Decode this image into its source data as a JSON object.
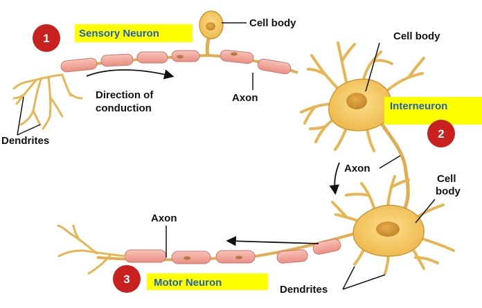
{
  "labels": {
    "cell_body_top": "Cell body",
    "direction_line1": "Direction of",
    "direction_line2": "conduction",
    "axon_top": "Axon",
    "dendrites_left": "Dendrites",
    "cell_body_right": "Cell body",
    "axon_middle": "Axon",
    "cell_body_lower_line1": "Cell",
    "cell_body_lower_line2": "body",
    "axon_bottom": "Axon",
    "dendrites_bottom": "Dendrites"
  },
  "neurons": [
    {
      "number": "1",
      "name": "Sensory Neuron"
    },
    {
      "number": "2",
      "name": "Interneuron"
    },
    {
      "number": "3",
      "name": "Motor Neuron"
    }
  ],
  "colors": {
    "highlight": "#ffff00",
    "highlight_text": "#1f5fbf",
    "badge": "#c8201e",
    "myelin": "#f0a49a",
    "myelin_edge": "#c9786d",
    "neuron_body": "#f5c65a",
    "neuron_edge": "#c99a3a",
    "nucleus": "#d9982e"
  }
}
